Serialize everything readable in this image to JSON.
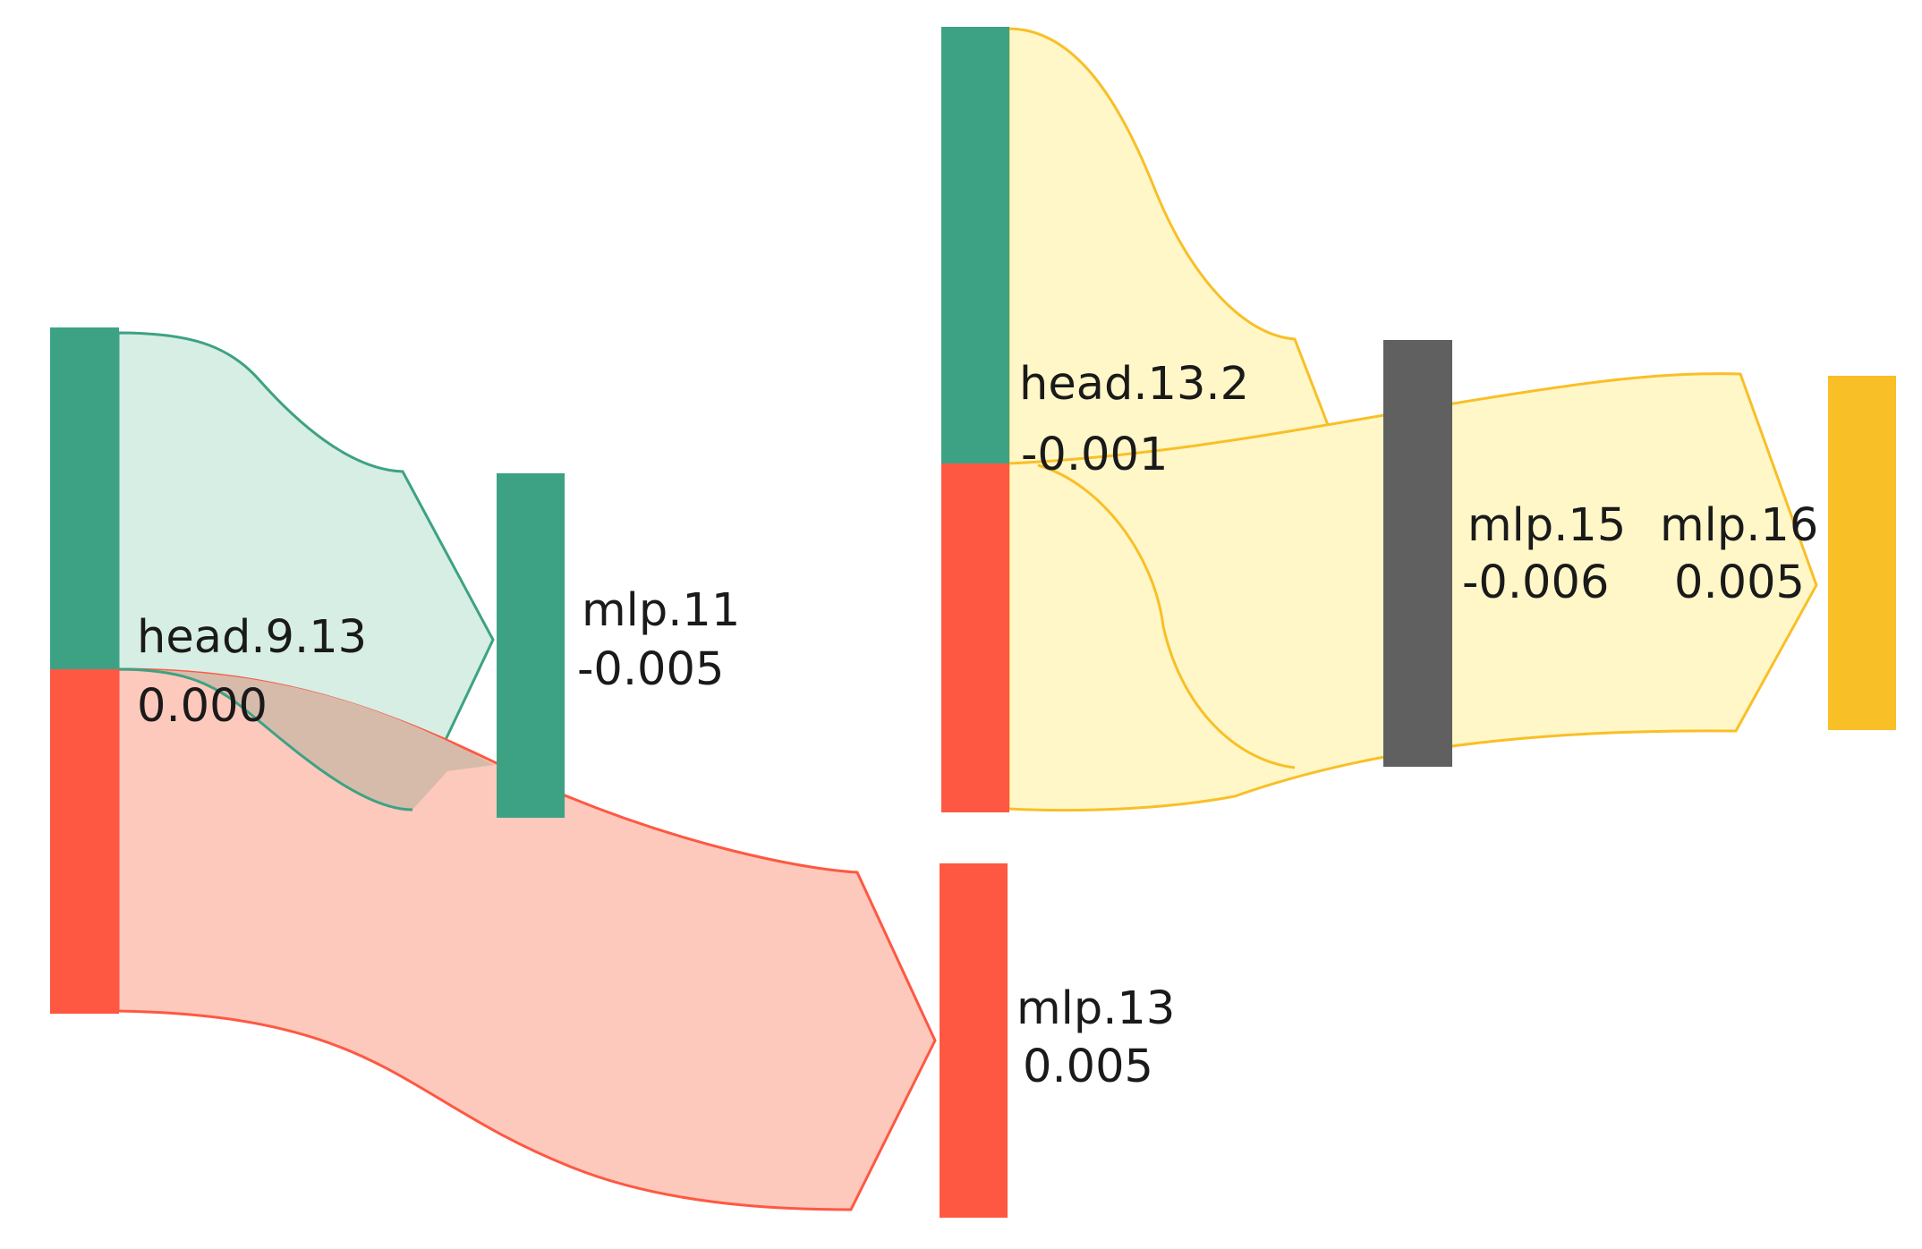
{
  "colors": {
    "green": "#3da283",
    "red": "#fe5842",
    "gray": "#606060",
    "amber": "#f9bf27",
    "green_fill": "#d6eee4",
    "red_fill": "#fdc9bc",
    "yellow_fill": "#fff7c8",
    "mixed_fill": "#d6bbab"
  },
  "nodes": {
    "head_9_13": {
      "name": "head.9.13",
      "value": "0.000"
    },
    "mlp_11": {
      "name": "mlp.11",
      "value": "-0.005"
    },
    "mlp_13": {
      "name": "mlp.13",
      "value": "0.005"
    },
    "head_13_2": {
      "name": "head.13.2",
      "value": "-0.001"
    },
    "mlp_15": {
      "name": "mlp.15",
      "value": "-0.006"
    },
    "mlp_16": {
      "name": "mlp.16",
      "value": "0.005"
    }
  }
}
